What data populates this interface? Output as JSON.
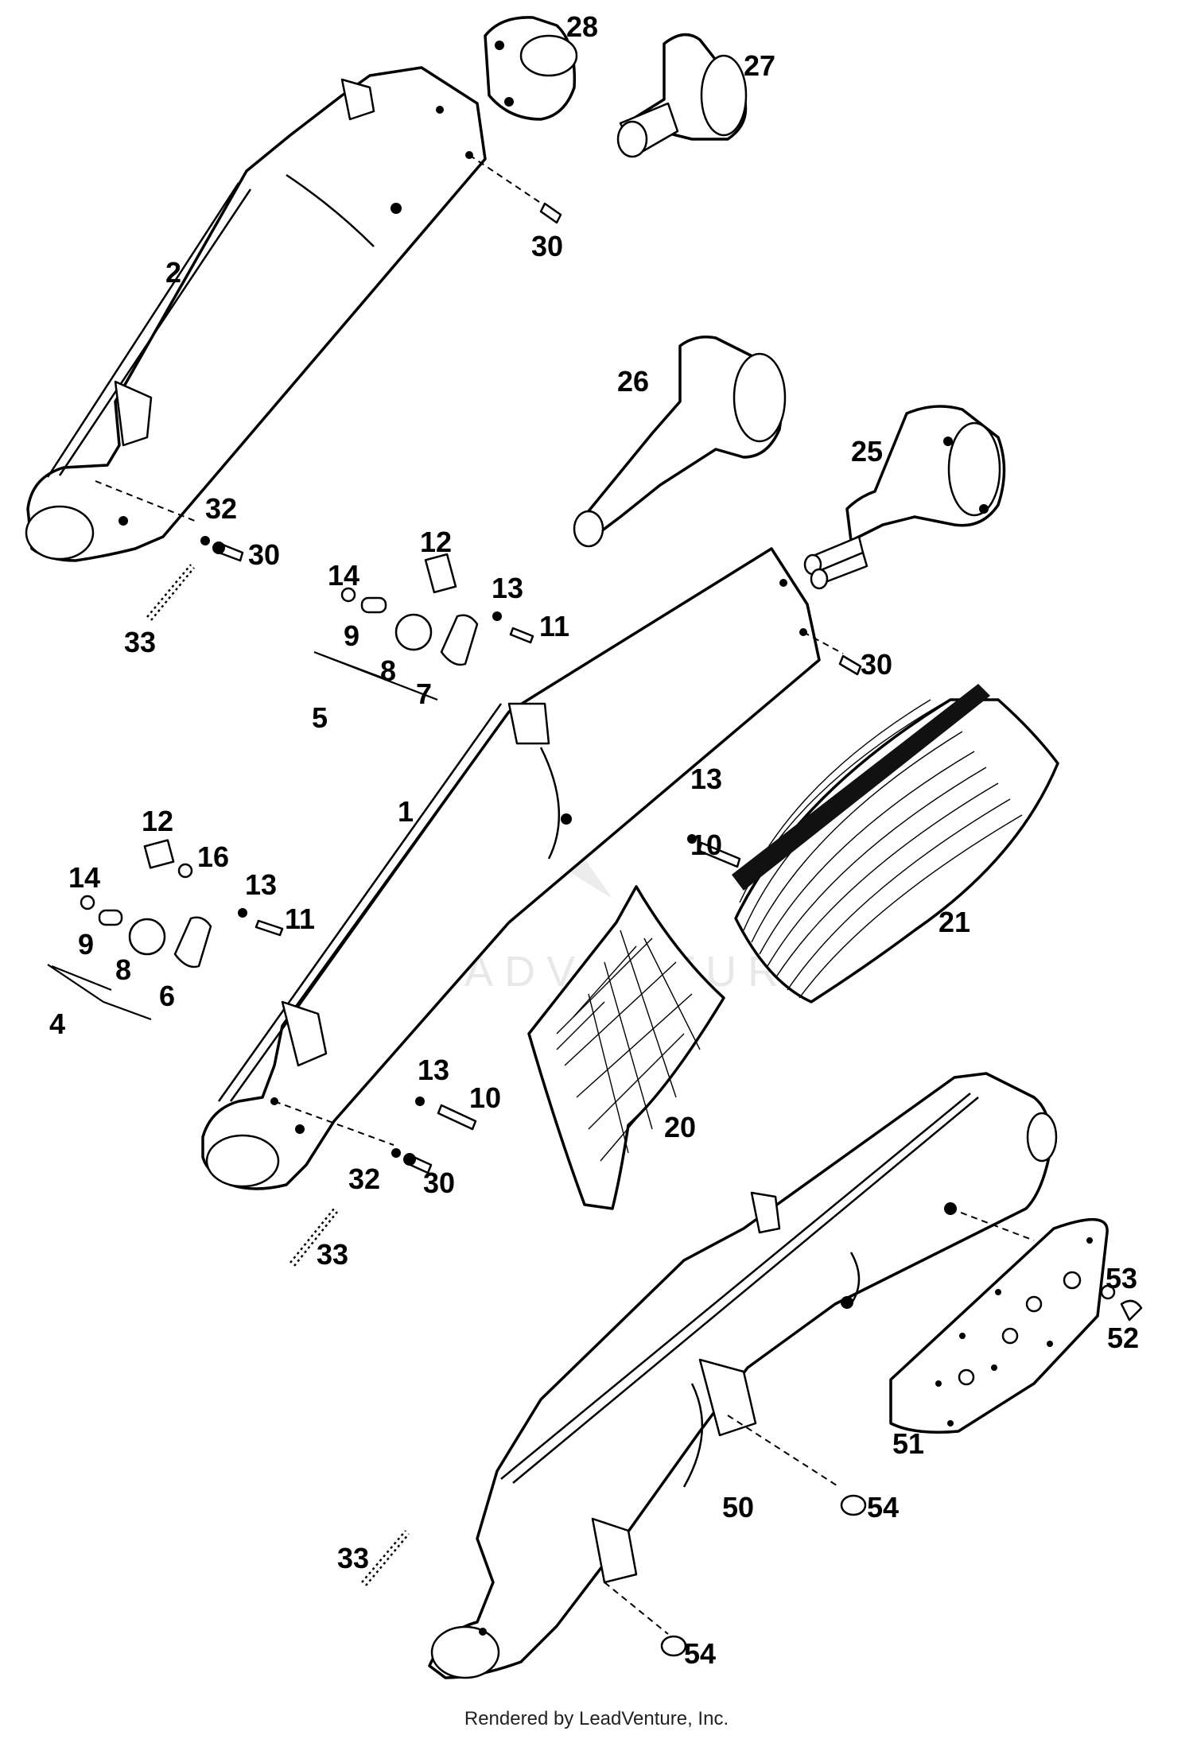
{
  "watermark": {
    "text": "LEADVENTURE"
  },
  "footer": {
    "text": "Rendered by LeadVenture, Inc."
  },
  "callouts": {
    "c1": "1",
    "c2": "2",
    "c4": "4",
    "c5": "5",
    "c6": "6",
    "c7": "7",
    "c8a": "8",
    "c8b": "8",
    "c9a": "9",
    "c9b": "9",
    "c10a": "10",
    "c10b": "10",
    "c11a": "11",
    "c11b": "11",
    "c12a": "12",
    "c12b": "12",
    "c13a": "13",
    "c13b": "13",
    "c13c": "13",
    "c13d": "13",
    "c14a": "14",
    "c14b": "14",
    "c16": "16",
    "c20": "20",
    "c21": "21",
    "c25": "25",
    "c26": "26",
    "c27": "27",
    "c28": "28",
    "c30a": "30",
    "c30b": "30",
    "c30c": "30",
    "c30d": "30",
    "c32a": "32",
    "c32b": "32",
    "c33a": "33",
    "c33b": "33",
    "c33c": "33",
    "c50": "50",
    "c51": "51",
    "c52": "52",
    "c53": "53",
    "c54a": "54",
    "c54b": "54"
  }
}
